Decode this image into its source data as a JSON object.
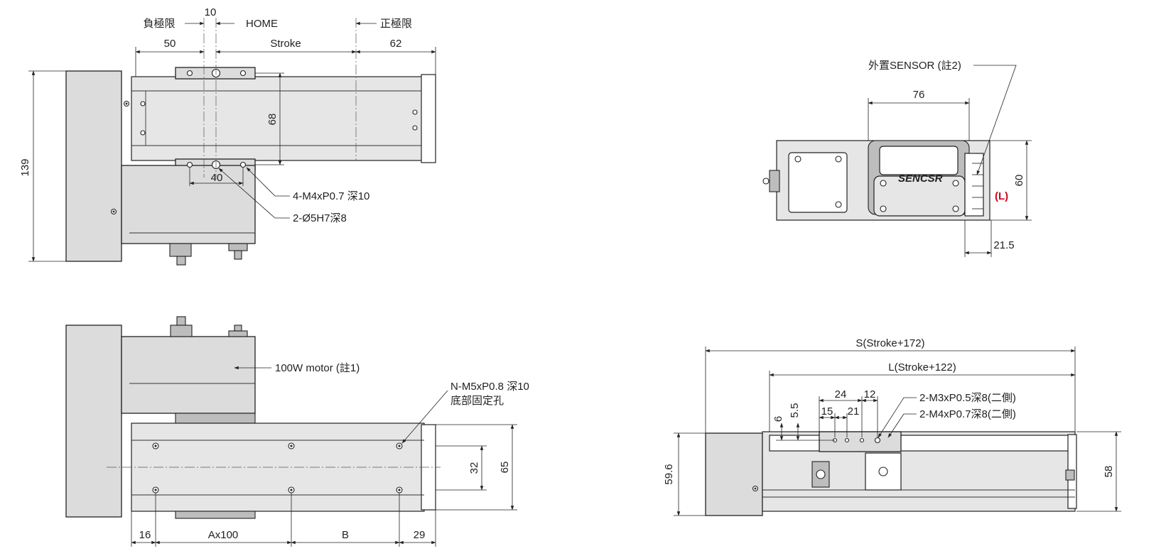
{
  "colors": {
    "line": "#222222",
    "body": "#dcdcdc",
    "accent": "#d0021b"
  },
  "top_view": {
    "neg_limit": "負極限",
    "home_offset": "10",
    "home": "HOME",
    "pos_limit": "正極限",
    "dim_50": "50",
    "stroke": "Stroke",
    "dim_62": "62",
    "height_139": "139",
    "dim_68": "68",
    "dim_40": "40",
    "callout_m4": "4-M4xP0.7 深10",
    "callout_pin": "2-Ø5H7深8"
  },
  "sensor_view": {
    "sensor_label": "外置SENSOR (註2)",
    "dim_76": "76",
    "dim_60": "60",
    "dim_21_5": "21.5",
    "side_mark": "(L)",
    "brand": "SENCSR"
  },
  "bottom_view": {
    "motor": "100W motor (註1)",
    "callout_m5_line1": "N-M5xP0.8 深10",
    "callout_m5_line2": "底部固定孔",
    "dim_32": "32",
    "dim_65": "65",
    "dim_16": "16",
    "dim_a100": "Ax100",
    "dim_b": "B",
    "dim_29": "29"
  },
  "side_view": {
    "s_total": "S(Stroke+172)",
    "l_total": "L(Stroke+122)",
    "dim_24": "24",
    "dim_12": "12",
    "dim_15": "15",
    "dim_21": "21",
    "dim_6": "6",
    "dim_5_5": "5.5",
    "callout_m3": "2-M3xP0.5深8(二側)",
    "callout_m4": "2-M4xP0.7深8(二側)",
    "dim_59_6": "59.6",
    "dim_58": "58"
  }
}
